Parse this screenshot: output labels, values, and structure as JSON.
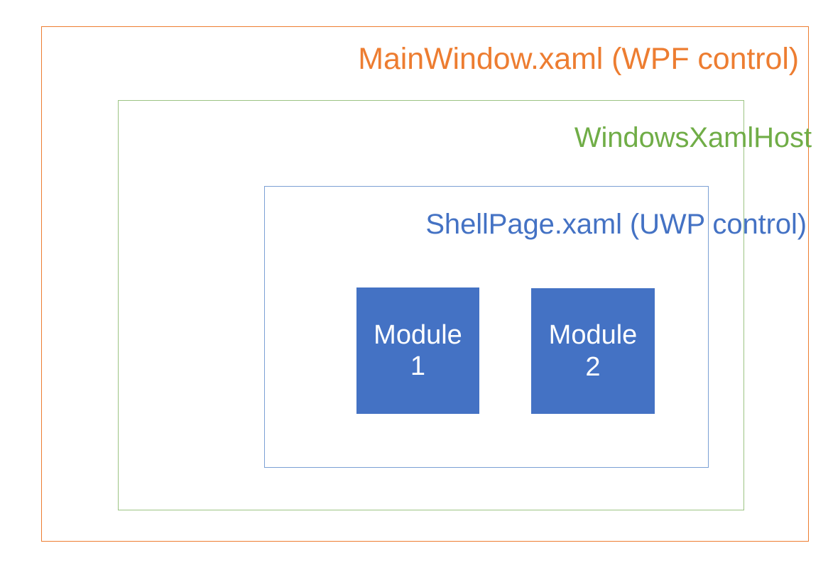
{
  "diagram": {
    "type": "nested-containers",
    "background": "#ffffff",
    "layers": [
      {
        "id": "mainwindow",
        "label": "MainWindow.xaml (WPF control)",
        "color": "#ED7D31",
        "border_color": "#ED7D31",
        "level": 1
      },
      {
        "id": "xamlhost",
        "label": "WindowsXamlHost",
        "color": "#70AD47",
        "border_color": "#9CC483",
        "level": 2
      },
      {
        "id": "shellpage",
        "label": "ShellPage.xaml (UWP control)",
        "color": "#4472C4",
        "border_color": "#7BA0D4",
        "level": 3
      }
    ],
    "modules": [
      {
        "id": "module-1",
        "name": "Module",
        "number": "1",
        "fill": "#4472C4",
        "text_color": "#ffffff"
      },
      {
        "id": "module-2",
        "name": "Module",
        "number": "2",
        "fill": "#4472C4",
        "text_color": "#ffffff"
      }
    ]
  }
}
